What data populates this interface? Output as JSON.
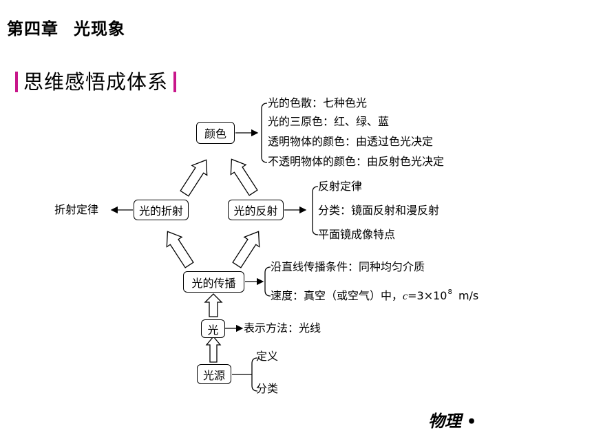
{
  "header": {
    "chapter_num": "第四章",
    "chapter_title": "光现象"
  },
  "section": {
    "title": "思维感悟成体系"
  },
  "nodes": {
    "color": "颜色",
    "refraction": "光的折射",
    "reflection": "光的反射",
    "propagation": "光的传播",
    "light": "光",
    "source": "光源"
  },
  "color_items": [
    "光的色散：七种色光",
    "光的三原色：红、绿、蓝",
    "透明物体的颜色：由透过色光决定",
    "不透明物体的颜色：由反射色光决定"
  ],
  "refraction_items": [
    "折射定律"
  ],
  "reflection_items": [
    "反射定律",
    "分类：镜面反射和漫反射",
    "平面镜成像特点"
  ],
  "propagation_items": {
    "condition": "沿直线传播条件：同种均匀介质",
    "speed_prefix": "速度：真空（或空气）中，",
    "speed_var": "c",
    "speed_value": "=3×10",
    "speed_exp": "8",
    "speed_unit": "m/s"
  },
  "light_items": [
    "表示方法：光线"
  ],
  "source_items": [
    "定义",
    "分类"
  ],
  "footer": {
    "subject": "物理",
    "dot": "•"
  }
}
